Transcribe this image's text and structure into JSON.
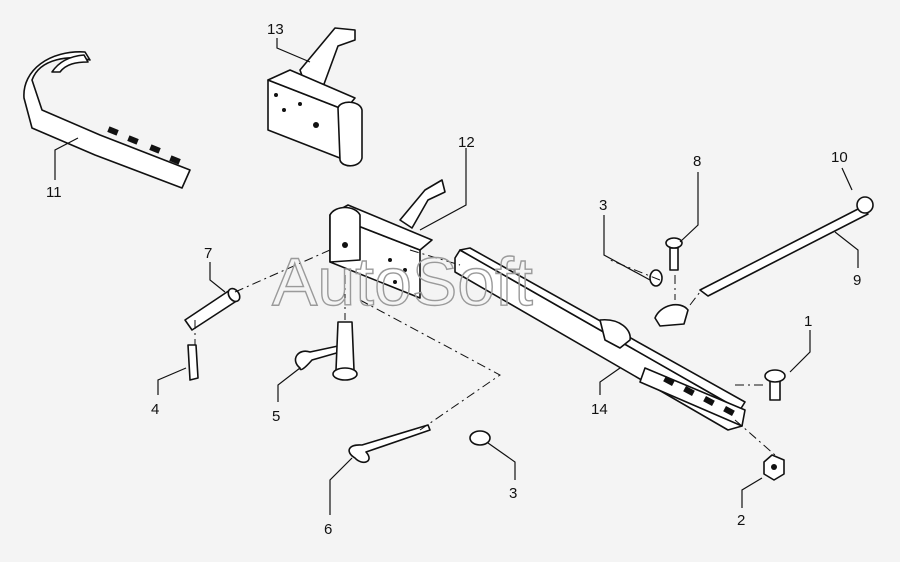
{
  "watermark": "AutoSoft",
  "callouts": {
    "c1": "1",
    "c2": "2",
    "c3a": "3",
    "c3b": "3",
    "c4": "4",
    "c5": "5",
    "c6": "6",
    "c7": "7",
    "c8": "8",
    "c9": "9",
    "c10": "10",
    "c11": "11",
    "c12": "12",
    "c13": "13",
    "c14": "14"
  }
}
